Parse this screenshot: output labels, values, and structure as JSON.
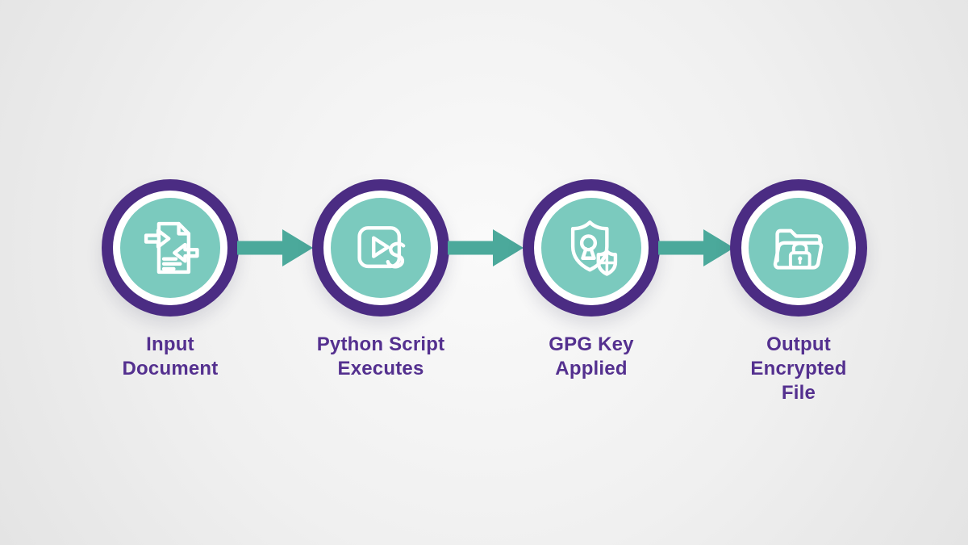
{
  "diagram": {
    "type": "process-flow",
    "steps": [
      {
        "name": "input-document",
        "icon": "document-sync-icon",
        "label_lines": [
          "Input",
          "Document"
        ]
      },
      {
        "name": "python-script-executes",
        "icon": "python-script-icon",
        "label_lines": [
          "Python Script",
          "Executes"
        ]
      },
      {
        "name": "gpg-key-applied",
        "icon": "gpg-shield-icon",
        "label_lines": [
          "GPG Key",
          "Applied"
        ]
      },
      {
        "name": "output-encrypted-file",
        "icon": "folder-lock-icon",
        "label_lines": [
          "Output",
          "Encrypted",
          "File"
        ]
      }
    ],
    "connectors": [
      {
        "from": "input-document",
        "to": "python-script-executes",
        "direction": "right"
      },
      {
        "from": "python-script-executes",
        "to": "gpg-key-applied",
        "direction": "right"
      },
      {
        "from": "gpg-key-applied",
        "to": "output-encrypted-file",
        "direction": "right"
      }
    ]
  },
  "colors": {
    "ring": "#4b2c83",
    "circle_fill": "#7bcabe",
    "arrow": "#4ba99b",
    "label_text": "#54308f",
    "icon_stroke": "#ffffff",
    "bg_inner": "#fafafa",
    "bg_outer": "#e4e4e4"
  }
}
